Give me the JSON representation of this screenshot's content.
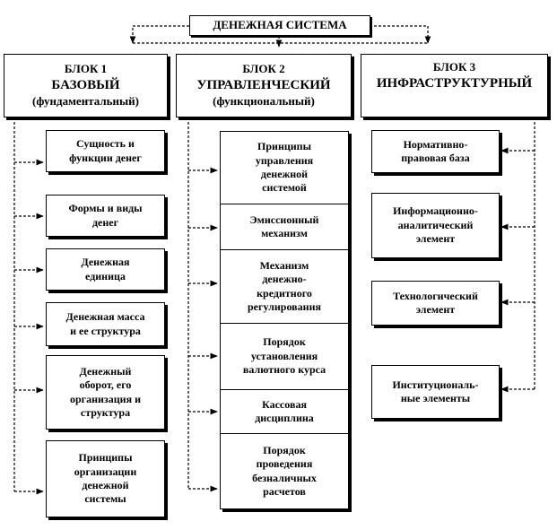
{
  "title": "ДЕНЕЖНАЯ СИСТЕМА",
  "blocks": [
    {
      "heading": "БЛОК 1",
      "name": "БАЗОВЫЙ",
      "subtitle": "(фундаментальный)",
      "items": [
        "Сущность и\nфункции денег",
        "Формы и виды\nденег",
        "Денежная\nединица",
        "Денежная масса\nи ее структура",
        "Денежный\nоборот, его\nорганизация и\nструктура",
        "Принципы\nорганизации\nденежной\nсистемы"
      ]
    },
    {
      "heading": "БЛОК 2",
      "name": "УПРАВЛЕНЧЕСКИЙ",
      "subtitle": "(функциональный)",
      "items": [
        "Принципы\nуправления\nденежной\nсистемой",
        "Эмиссионный\nмеханизм",
        "Механизм\nденежно-\nкредитного\nрегулирования",
        "Порядок\nустановления\nвалютного курса",
        "Кассовая\nдисциплина",
        "Порядок\nпроведения\nбезналичных\nрасчетов"
      ]
    },
    {
      "heading": "БЛОК 3",
      "name": "ИНФРАСТРУКТУРНЫЙ",
      "subtitle": "",
      "items": [
        "Нормативно-\nправовая база",
        "Информационно-\nаналитический\nэлемент",
        "Технологический\nэлемент",
        "Институциональ-\nные элементы"
      ]
    }
  ]
}
